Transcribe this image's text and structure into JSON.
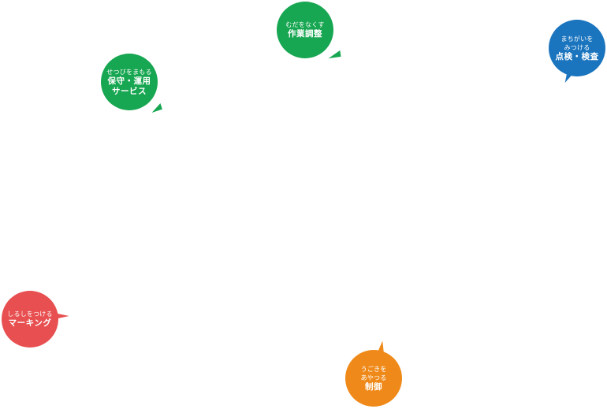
{
  "bubbles": [
    {
      "id": "muda",
      "small": "むだをなくす",
      "main": [
        "作業調整"
      ],
      "color": "#17a651"
    },
    {
      "id": "mamoru",
      "small": "せつびをまもる",
      "main": [
        "保守・運用",
        "サービス"
      ],
      "color": "#17a651"
    },
    {
      "id": "machigai",
      "small": "まちがいを",
      "small2": "みつける",
      "main": [
        "点検・検査"
      ],
      "color": "#1a74be"
    },
    {
      "id": "shirushi",
      "small": "しるしをつける",
      "main": [
        "マーキング"
      ],
      "color": "#e84f50"
    },
    {
      "id": "ugoki",
      "small": "うごきを",
      "small2": "あやつる",
      "main": [
        "制御"
      ],
      "color": "#ef8a1a"
    }
  ]
}
